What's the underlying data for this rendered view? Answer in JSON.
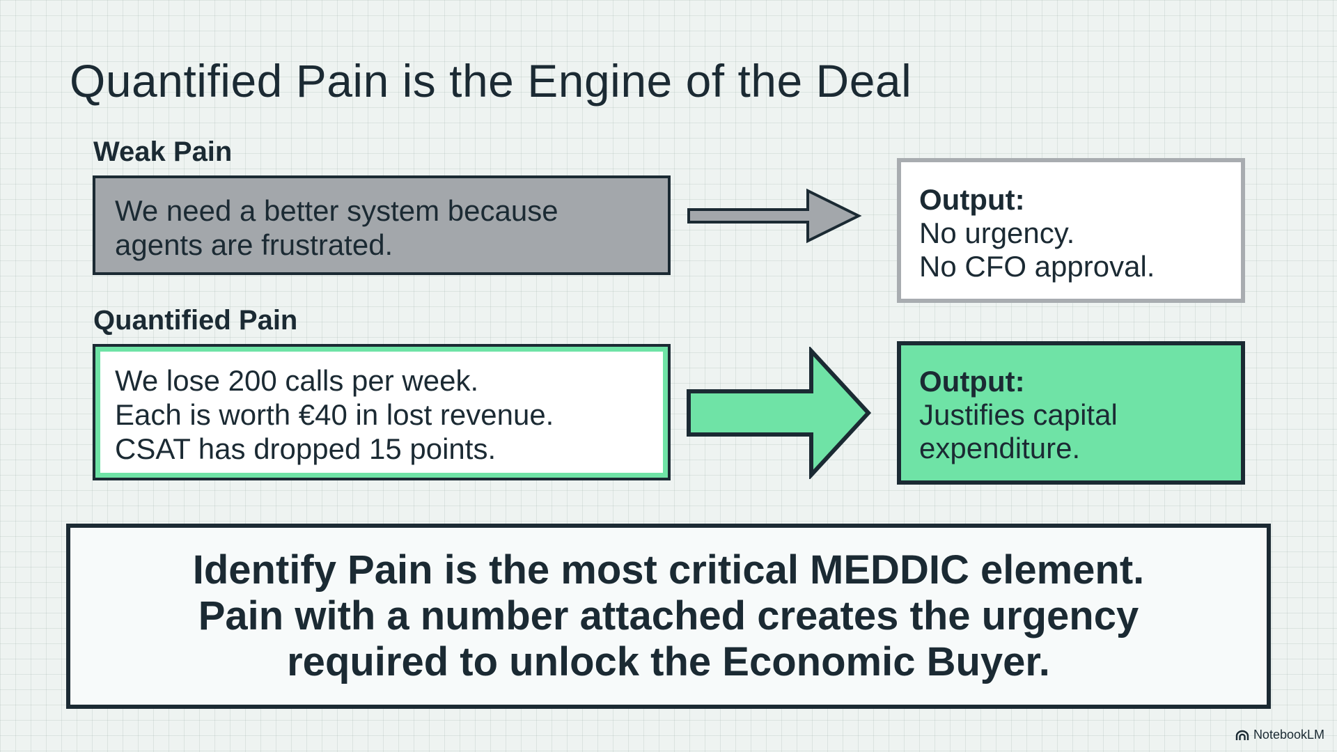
{
  "title": "Quantified Pain is the Engine of the Deal",
  "weak": {
    "label": "Weak Pain",
    "statement_lines": [
      "We need a better system because",
      "agents are frustrated."
    ],
    "output_heading": "Output:",
    "output_lines": [
      "No urgency.",
      "No CFO approval."
    ]
  },
  "quantified": {
    "label": "Quantified Pain",
    "statement_lines": [
      "We lose 200 calls per week.",
      "Each is worth €40 in lost revenue.",
      "CSAT has dropped 15 points."
    ],
    "output_heading": "Output:",
    "output_lines": [
      "Justifies capital",
      "expenditure."
    ]
  },
  "summary_lines": [
    "Identify Pain is the most critical MEDDIC element.",
    "Pain with a number attached creates the urgency",
    "required to unlock the Economic Buyer."
  ],
  "watermark": "NotebookLM",
  "colors": {
    "ink": "#1b2a33",
    "weak_fill": "#a3a7ab",
    "weak_output_border": "#a8acb0",
    "accent_green": "#6fe3a6"
  },
  "icons": {
    "weak_arrow": "right-arrow-icon",
    "quantified_arrow": "right-arrow-icon",
    "watermark_logo": "notebooklm-logo-icon"
  }
}
